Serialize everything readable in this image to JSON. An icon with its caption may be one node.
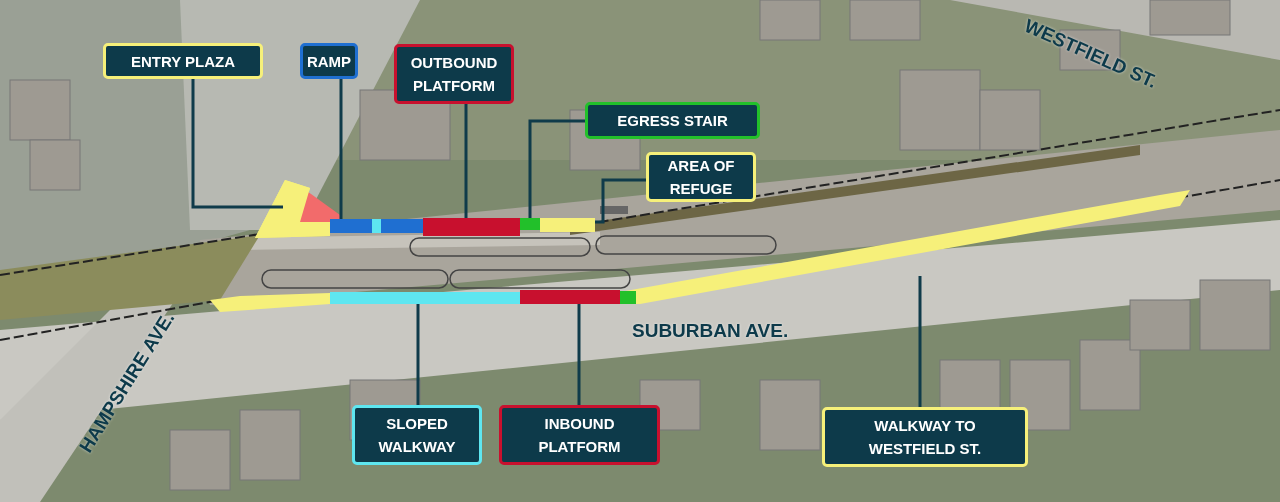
{
  "diagram": {
    "nodes": [
      {
        "text": [
          "ENTRY PLAZA"
        ]
      },
      {
        "text": [
          "RAMP"
        ]
      },
      {
        "text": [
          "OUTBOUND PLATFORM"
        ]
      },
      {
        "text": [
          "EGRESS STAIR"
        ]
      },
      {
        "text": [
          "AREA OF REFUGE"
        ]
      },
      {
        "text": [
          "SLOPED WALKWAY"
        ]
      },
      {
        "text": [
          "INBOUND PLATFORM"
        ]
      },
      {
        "text": [
          "WALKWAY TO WESTFIELD ST."
        ]
      },
      {
        "text": [],
        "shape": "triangle"
      },
      {
        "text": [],
        "shape": "bar"
      },
      {
        "text": [],
        "shape": "bar"
      },
      {
        "text": [],
        "shape": "bar"
      },
      {
        "text": [],
        "shape": "bar"
      },
      {
        "text": [],
        "shape": "bar"
      },
      {
        "text": [],
        "shape": "bar"
      },
      {
        "text": [],
        "shape": "bar"
      }
    ],
    "edges": [
      {
        "from": 0,
        "to": 8,
        "arrow": "none"
      },
      {
        "from": 1,
        "to": 9,
        "arrow": "none"
      },
      {
        "from": 2,
        "to": 10,
        "arrow": "none"
      },
      {
        "from": 3,
        "to": 11,
        "arrow": "none"
      },
      {
        "from": 4,
        "to": 12,
        "arrow": "none"
      },
      {
        "from": 5,
        "to": 13,
        "arrow": "none"
      },
      {
        "from": 6,
        "to": 14,
        "arrow": "none"
      },
      {
        "from": 7,
        "to": 15,
        "arrow": "none"
      }
    ],
    "labels": [
      "WESTFIELD ST.",
      "SUBURBAN AVE.",
      "HAMPSHIRE AVE."
    ]
  }
}
